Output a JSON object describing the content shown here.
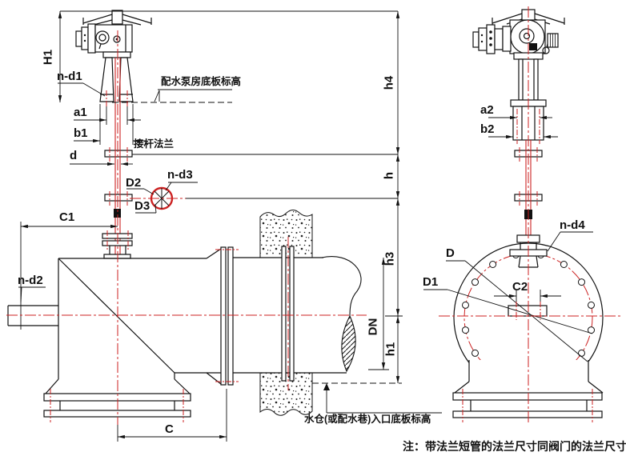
{
  "drawing": {
    "kind": "valve-installation-technical-drawing",
    "colors": {
      "line": "#1a1a1a",
      "centerline_red": "#cc2222",
      "background": "#ffffff"
    },
    "labels": {
      "left": {
        "H1": "H1",
        "n_d1": "n-d1",
        "a1": "a1",
        "b1": "b1",
        "d": "d",
        "stem_flange_note": "接杆法兰",
        "D2": "D2",
        "n_d3": "n-d3",
        "D3": "D3",
        "C1": "C1",
        "n_d2": "n-d2",
        "C": "C",
        "pump_floor_note": "配水泵房底板标高",
        "sump_floor_note": "水仓(或配水巷)入口底板标高"
      },
      "column": {
        "h4": "h4",
        "h": "h",
        "h3": "h3",
        "DN": "DN",
        "h1": "h1"
      },
      "right": {
        "a2": "a2",
        "b2": "b2",
        "n_d4": "n-d4",
        "D": "D",
        "D1": "D1",
        "C2": "C2"
      },
      "footnote": "注：带法兰短管的法兰尺寸同阀门的法兰尺寸"
    }
  }
}
